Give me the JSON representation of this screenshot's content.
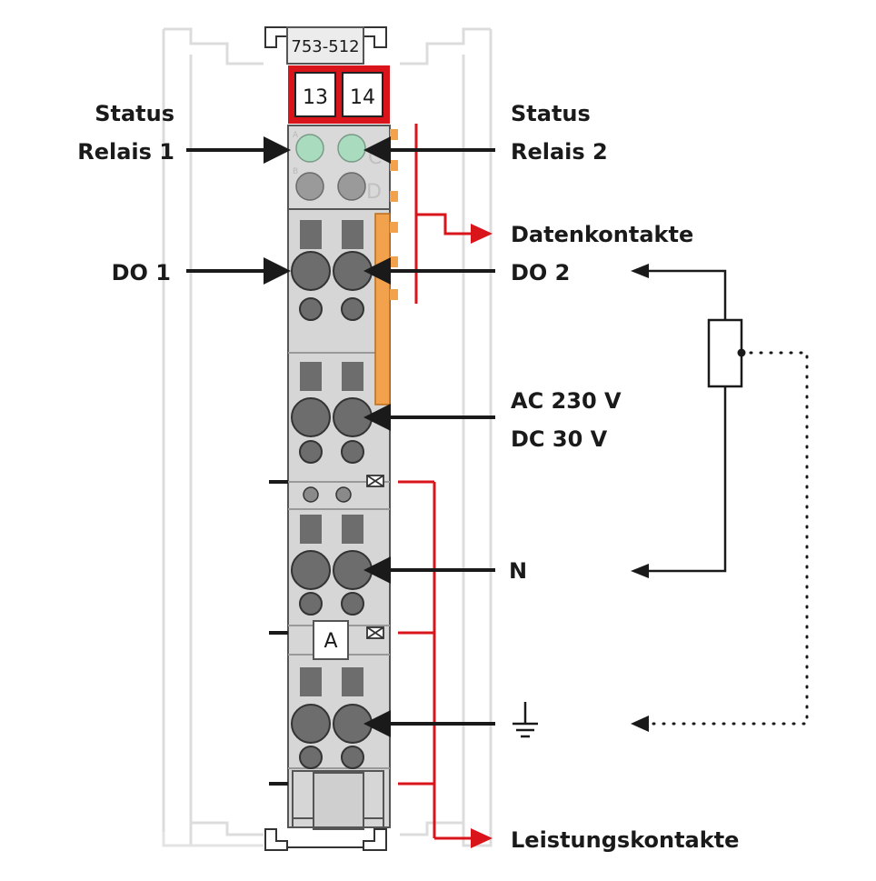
{
  "module": {
    "part_number": "753-512",
    "terminal_left": "13",
    "terminal_right": "14",
    "marker": "A",
    "led_letter_a": "A",
    "led_letter_b": "B",
    "led_letter_c": "C",
    "led_letter_d": "D"
  },
  "labels": {
    "status_left_1": "Status",
    "status_left_2": "Relais 1",
    "status_right_1": "Status",
    "status_right_2": "Relais 2",
    "data_contacts": "Datenkontakte",
    "do1": "DO 1",
    "do2": "DO 2",
    "ac_voltage": "AC 230 V",
    "dc_voltage": "DC 30 V",
    "neutral": "N",
    "power_contacts": "Leistungskontakte"
  },
  "colors": {
    "housing": "#d6d6d6",
    "housing_dark": "#c4c4c4",
    "outline": "#555555",
    "terminal_gray": "#6d6d6d",
    "led_green": "#a9dcbf",
    "led_gray": "#9a9a9a",
    "accent_red": "#d9141b",
    "orange_contact": "#f2a24d",
    "line_black": "#1a1a1a"
  },
  "icons": {
    "ground": "ground-icon",
    "resistor": "resistor-icon"
  }
}
